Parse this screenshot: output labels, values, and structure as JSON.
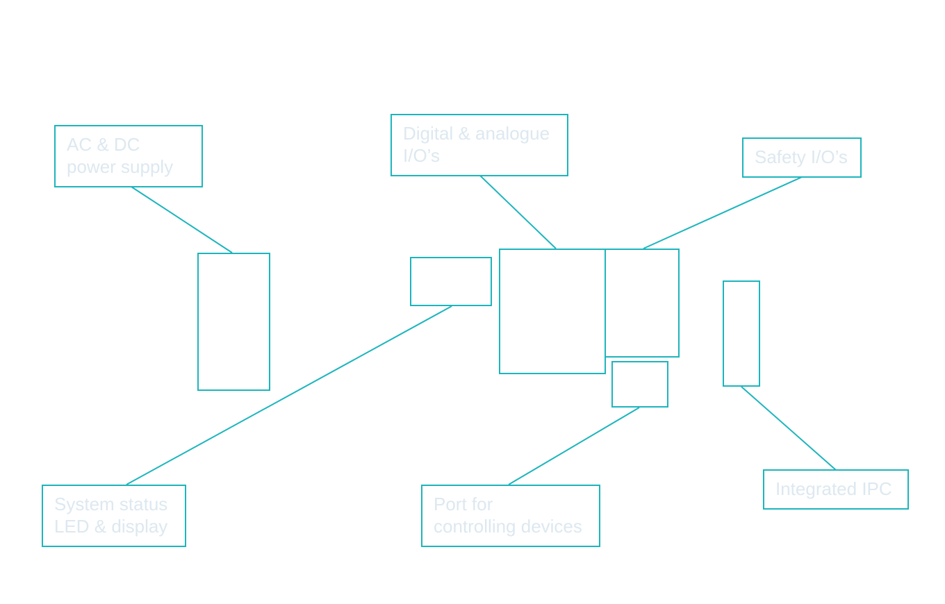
{
  "diagram": {
    "accent_color": "#1cb5bd",
    "label_color": "#dde8f0",
    "callouts": {
      "ac_dc_power": [
        "AC & DC",
        "power supply"
      ],
      "digital_analogue_io": [
        "Digital & analogue",
        "I/O’s"
      ],
      "safety_io": [
        "Safety I/O’s"
      ],
      "system_status": [
        "System status",
        "LED & display"
      ],
      "controlling_port": [
        "Port for",
        "controlling devices"
      ],
      "integrated_ipc": [
        "Integrated IPC"
      ]
    }
  }
}
